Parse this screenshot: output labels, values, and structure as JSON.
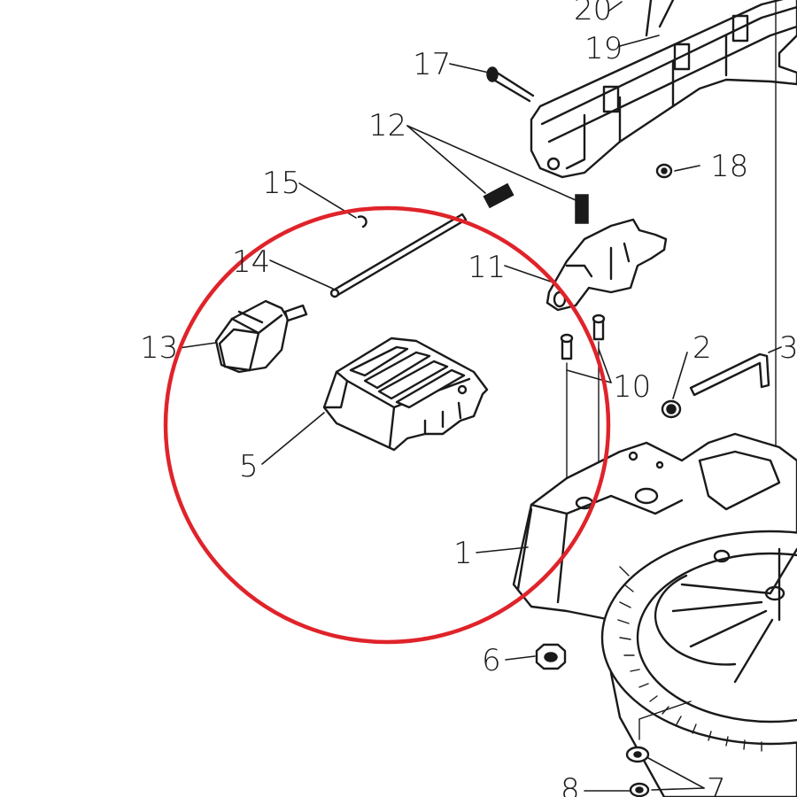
{
  "diagram": {
    "type": "exploded-parts-view",
    "highlight_color": "#e0232a",
    "line_color": "#1a1a1a",
    "callouts": [
      {
        "id": "c1",
        "label": "1"
      },
      {
        "id": "c2",
        "label": "2"
      },
      {
        "id": "c3",
        "label": "3"
      },
      {
        "id": "c5",
        "label": "5"
      },
      {
        "id": "c6",
        "label": "6"
      },
      {
        "id": "c7",
        "label": "7"
      },
      {
        "id": "c8",
        "label": "8"
      },
      {
        "id": "c10",
        "label": "10"
      },
      {
        "id": "c11",
        "label": "11"
      },
      {
        "id": "c12",
        "label": "12"
      },
      {
        "id": "c13",
        "label": "13"
      },
      {
        "id": "c14",
        "label": "14"
      },
      {
        "id": "c15",
        "label": "15"
      },
      {
        "id": "c17",
        "label": "17"
      },
      {
        "id": "c18",
        "label": "18"
      },
      {
        "id": "c19",
        "label": "19"
      },
      {
        "id": "c20",
        "label": "20"
      }
    ],
    "highlighted_parts": [
      "5",
      "13"
    ]
  }
}
